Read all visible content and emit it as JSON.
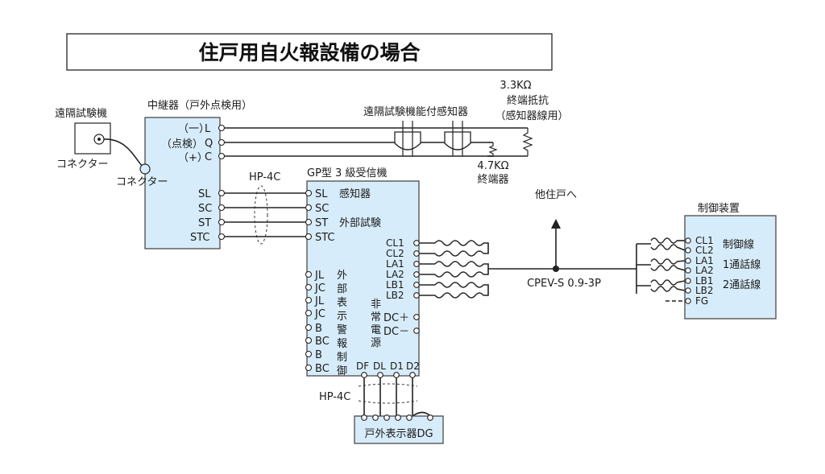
{
  "title": "住戸用自火報設備の場合",
  "remote_tester": {
    "name": "遠隔試験機",
    "connector": "コネクター"
  },
  "relay": {
    "name": "中継器（戸外点検用）",
    "connector": "コネクター",
    "terminals_top": [
      "L",
      "Q",
      "C"
    ],
    "polarity_top": [
      "（一）",
      "（点検）",
      "（+）"
    ],
    "terminals_bottom": [
      "SL",
      "SC",
      "ST",
      "STC"
    ]
  },
  "cable_hp4c_top": "HP-4C",
  "detector_label": "遠隔試験機能付感知器",
  "end_resistor": {
    "value": "3.3KΩ",
    "line1": "終端抵抗",
    "line2": "（感知器線用）"
  },
  "end_device": {
    "value": "4.7KΩ",
    "label": "終端器"
  },
  "receiver": {
    "name": "GP型 3 級受信機",
    "terminals_left": [
      "SL",
      "SC",
      "ST",
      "STC"
    ],
    "label_sensor": "感知器",
    "label_external_test": "外部試験",
    "terminals_right": [
      "CL1",
      "CL2",
      "LA1",
      "LA2",
      "LB1",
      "LB2"
    ],
    "terminals_external": [
      "JL",
      "JC",
      "JL",
      "JC",
      "B",
      "BC",
      "B",
      "BC"
    ],
    "label_external_display": [
      "外",
      "部",
      "表",
      "示"
    ],
    "label_alarm_control": [
      "警",
      "報",
      "制",
      "御"
    ],
    "label_emergency_power": [
      "非",
      "常",
      "電",
      "源"
    ],
    "dc_terminals": [
      "DC＋",
      "DC－"
    ],
    "bottom_terminals": [
      "DF",
      "DL",
      "D1",
      "D2"
    ]
  },
  "to_other_units": "他住戸へ",
  "cable_cpev": "CPEV-S 0.9-3P",
  "cable_hp4c_bottom": "HP-4C",
  "outdoor_display": "戸外表示器DG",
  "controller": {
    "name": "制御装置",
    "terminals": [
      "CL1",
      "CL2",
      "LA1",
      "LA2",
      "LB1",
      "LB2",
      "FG"
    ],
    "label_control_line": "制御線",
    "label_call1": "1通話線",
    "label_call2": "2通話線"
  }
}
